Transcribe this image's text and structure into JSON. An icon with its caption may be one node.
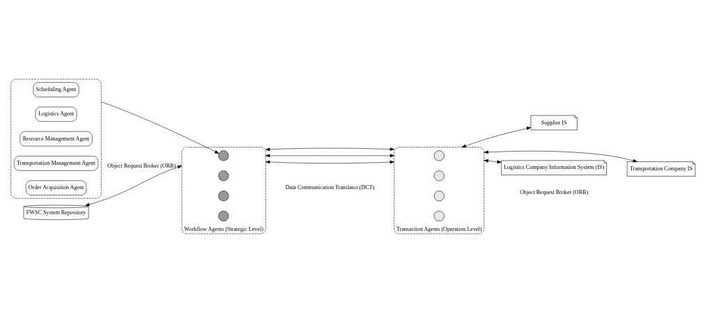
{
  "diagram": {
    "nodes": [
      {
        "text": [],
        "shape": "box"
      },
      {
        "text": [
          "Scheduling Agent"
        ],
        "in": 0
      },
      {
        "text": [
          "Logistics Agent"
        ],
        "in": 0
      },
      {
        "text": [
          "Resource Management Agent"
        ],
        "in": 0
      },
      {
        "text": [
          "Transportation Management Agent"
        ],
        "in": 0
      },
      {
        "text": [
          "Order Acquisition Agent"
        ],
        "in": 0
      },
      {
        "text": [
          "Workflow Agents (Strategic Level)"
        ]
      },
      {
        "text": [],
        "shape": "circle",
        "in": 6
      },
      {
        "text": [],
        "shape": "circle",
        "in": 6
      },
      {
        "text": [],
        "shape": "circle",
        "in": 6
      },
      {
        "text": [],
        "shape": "circle",
        "in": 6
      },
      {
        "text": [
          "Transaction Agents (Operation Level)"
        ]
      },
      {
        "text": [],
        "shape": "circle",
        "in": 11
      },
      {
        "text": [],
        "shape": "circle",
        "in": 11
      },
      {
        "text": [],
        "shape": "circle",
        "in": 11
      },
      {
        "text": [],
        "shape": "circle",
        "in": 11
      },
      {
        "text": [
          "Supplier IS"
        ]
      },
      {
        "text": [
          "Transportation Company IS"
        ]
      },
      {
        "text": [
          "Logistics Company Information System (IS)"
        ]
      },
      {
        "text": [
          "FWSC System Repository"
        ]
      }
    ],
    "edges": [
      {
        "from": 0,
        "to": 7,
        "arrow": "to"
      },
      {
        "from": 6,
        "to": 11,
        "arrow": "both"
      },
      {
        "from": 6,
        "to": 11,
        "arrow": "both"
      },
      {
        "from": 6,
        "to": 11,
        "arrow": "both"
      },
      {
        "from": 11,
        "to": 16,
        "arrow": "both"
      },
      {
        "from": 11,
        "to": 17,
        "arrow": "both"
      },
      {
        "from": 11,
        "to": 18,
        "arrow": "both"
      },
      {
        "from": 19,
        "to": 6,
        "label": "Object Request Broker (ORB)",
        "arrow": "both"
      }
    ],
    "labels": [
      "Data Communication Translator (DCT)",
      "Object Request Broker (ORB)"
    ]
  }
}
